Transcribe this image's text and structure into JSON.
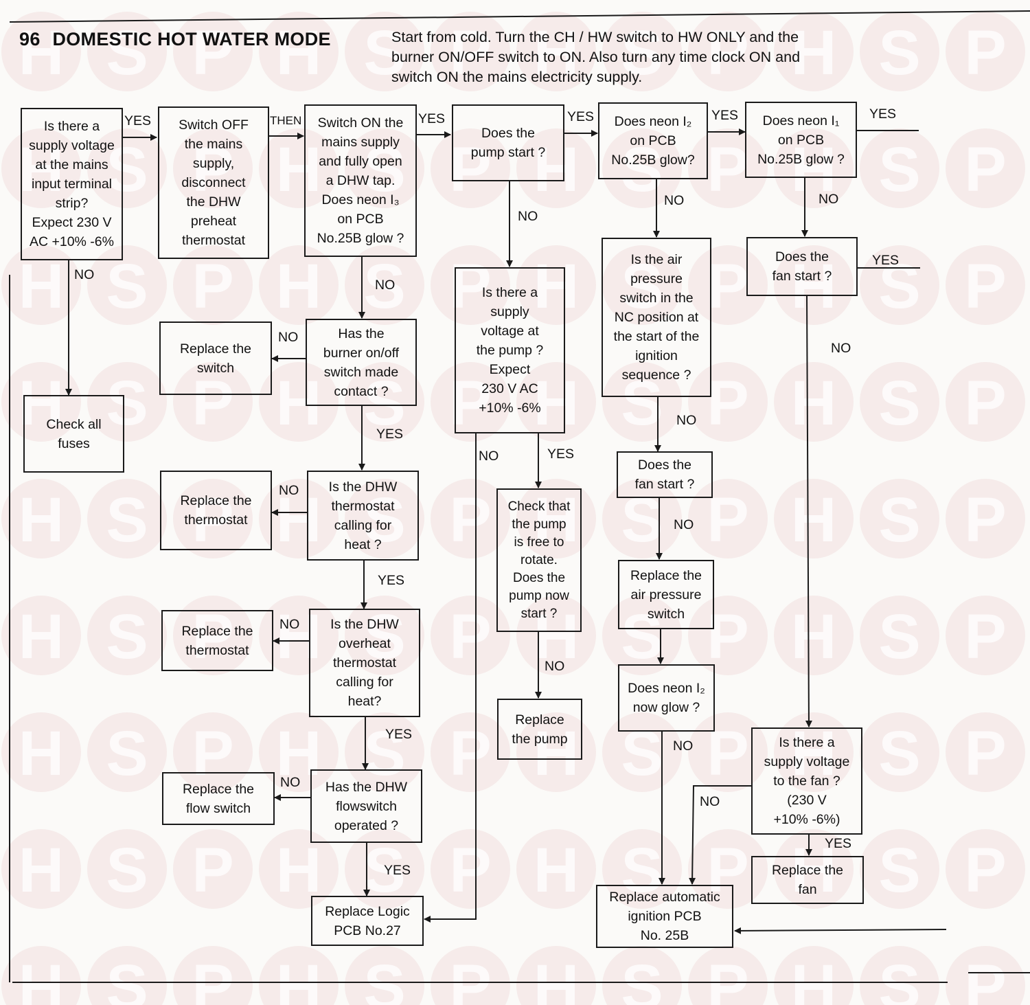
{
  "header": {
    "number": "96",
    "title": "DOMESTIC HOT WATER MODE",
    "intro": "Start from cold.  Turn the CH / HW switch to HW ONLY and the\nburner ON/OFF switch to ON.  Also turn any time clock ON and\nswitch ON the mains electricity supply."
  },
  "watermark": {
    "letters": [
      "H",
      "S",
      "P"
    ],
    "color": "#e9c7c7"
  },
  "boxes": {
    "b1": "Is there a\nsupply voltage\nat the mains\ninput terminal\nstrip?\nExpect 230 V\nAC +10% -6%",
    "b2": "Switch OFF\nthe mains\nsupply,\ndisconnect\nthe DHW\npreheat\nthermostat",
    "b3": "Switch ON the\nmains supply\nand fully open\na DHW tap.\nDoes neon I₃\non PCB\nNo.25B glow ?",
    "b4": "Does the\npump start ?",
    "b5": "Does neon I₂\non PCB\nNo.25B glow?",
    "b6": "Does neon  I₁\non PCB\nNo.25B glow ?",
    "b7": "Check all\nfuses",
    "b8": "Replace the\nswitch",
    "b9": "Has the\nburner on/off\nswitch made\ncontact ?",
    "b10": "Replace the\nthermostat",
    "b11": "Is the DHW\nthermostat\ncalling for\nheat ?",
    "b12": "Replace the\nthermostat",
    "b13": "Is the DHW\noverheat\nthermostat\ncalling for\nheat?",
    "b14": "Replace the\nflow switch",
    "b15": "Has the DHW\nflowswitch\noperated ?",
    "b16": "Replace Logic\nPCB No.27",
    "b17": "Is there a\nsupply\nvoltage at\nthe pump ?\nExpect\n230 V AC\n+10% -6%",
    "b18": "Check that\nthe pump\nis free to\nrotate.\nDoes the\npump now\nstart ?",
    "b19": "Replace\nthe pump",
    "b20": "Is the air\npressure\nswitch in the\nNC position at\nthe start of the\nignition\nsequence ?",
    "b21": "Does the\nfan start ?",
    "b22": "Replace the\nair pressure\nswitch",
    "b23": "Does neon I₂\nnow glow ?",
    "b24": "Replace automatic\nignition PCB\nNo. 25B",
    "b25": "Does the\nfan start ?",
    "b26": "Is there a\nsupply voltage\nto the fan  ?\n(230 V\n+10% -6%)",
    "b27": "Replace the\nfan"
  },
  "labels": {
    "l1": "YES",
    "l2": "THEN",
    "l3": "YES",
    "l4": "YES",
    "l5": "YES",
    "l6": "YES",
    "l7": "NO",
    "l8": "NO",
    "l9": "NO",
    "l10": "NO",
    "l11": "NO",
    "l12": "NO",
    "l13": "YES",
    "l14": "NO",
    "l15": "YES",
    "l16": "NO",
    "l17": "YES",
    "l18": "NO",
    "l19": "YES",
    "l20": "NO",
    "l21": "YES",
    "l22": "NO",
    "l23": "YES",
    "l24": "NO",
    "l25": "NO",
    "l26": "NO",
    "l27": "NO",
    "l28": "YES"
  }
}
